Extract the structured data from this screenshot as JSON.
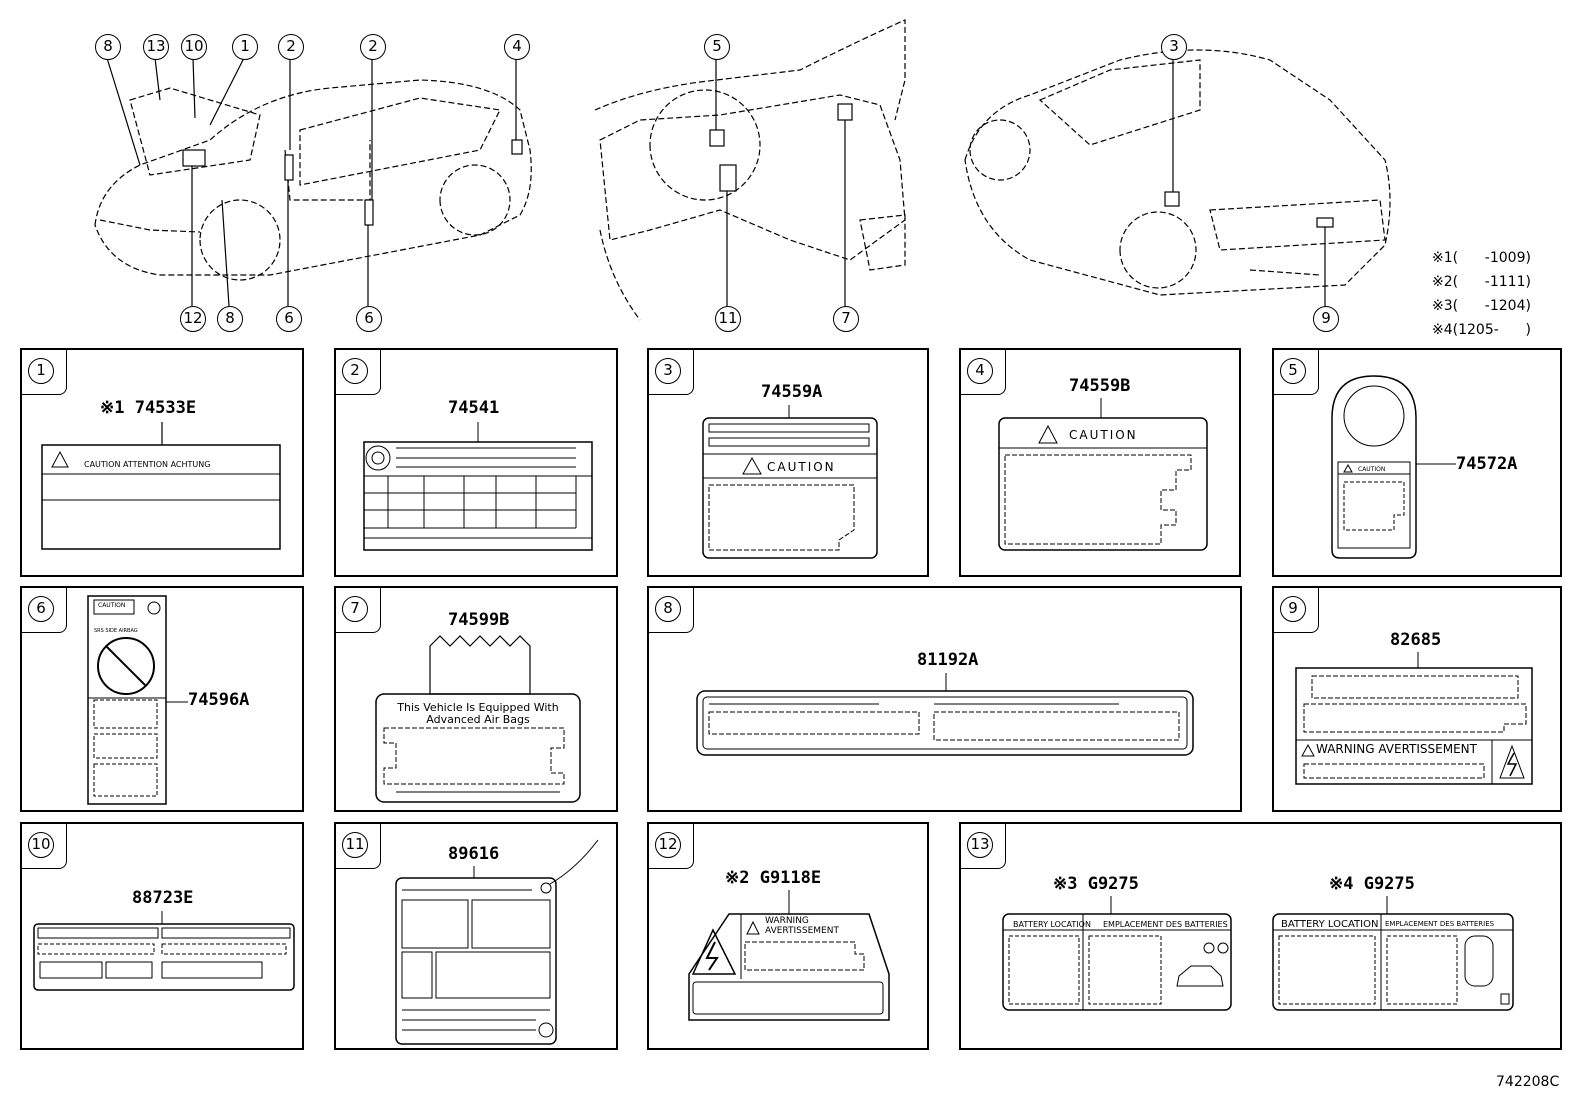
{
  "callouts": {
    "car1_top": [
      "8",
      "13",
      "10",
      "1",
      "2",
      "2",
      "4"
    ],
    "car1_bottom": [
      "12",
      "8",
      "6",
      "6"
    ],
    "interior_top": [
      "5"
    ],
    "interior_bottom": [
      "11",
      "7"
    ],
    "car3_top": [
      "3"
    ],
    "car3_bottom": [
      "9"
    ]
  },
  "notes": [
    {
      "mark": "※1",
      "text": "(      -1009)"
    },
    {
      "mark": "※2",
      "text": "(      -1111)"
    },
    {
      "mark": "※3",
      "text": "(      -1204)"
    },
    {
      "mark": "※4",
      "text": "(1205-      )"
    }
  ],
  "panels": [
    {
      "num": "1",
      "part": "※1 74533E",
      "label_text": "CAUTION   ATTENTION   ACHTUNG"
    },
    {
      "num": "2",
      "part": "74541"
    },
    {
      "num": "3",
      "part": "74559A",
      "label_text": "CAUTION"
    },
    {
      "num": "4",
      "part": "74559B",
      "label_text": "CAUTION"
    },
    {
      "num": "5",
      "part": "74572A",
      "label_text": "CAUTION"
    },
    {
      "num": "6",
      "part": "74596A",
      "label_text": "CAUTION",
      "sub_text": "SRS SIDE AIRBAG"
    },
    {
      "num": "7",
      "part": "74599B",
      "label_line1": "This Vehicle Is Equipped With",
      "label_line2": "Advanced Air Bags"
    },
    {
      "num": "8",
      "part": "81192A"
    },
    {
      "num": "9",
      "part": "82685",
      "label_text": "WARNING AVERTISSEMENT"
    },
    {
      "num": "10",
      "part": "88723E"
    },
    {
      "num": "11",
      "part": "89616"
    },
    {
      "num": "12",
      "part": "※2 G9118E",
      "label_line1": "WARNING",
      "label_line2": "AVERTISSEMENT"
    },
    {
      "num": "13",
      "part_a": "※3 G9275",
      "part_b": "※4 G9275",
      "label_left": "BATTERY LOCATION",
      "label_right": "EMPLACEMENT DES BATTERIES"
    }
  ],
  "footer": {
    "code": "742208C"
  },
  "icons": [
    "warning-triangle-icon",
    "lightning-bolt-icon",
    "tire-icon",
    "no-child-seat-icon",
    "car-icon"
  ]
}
